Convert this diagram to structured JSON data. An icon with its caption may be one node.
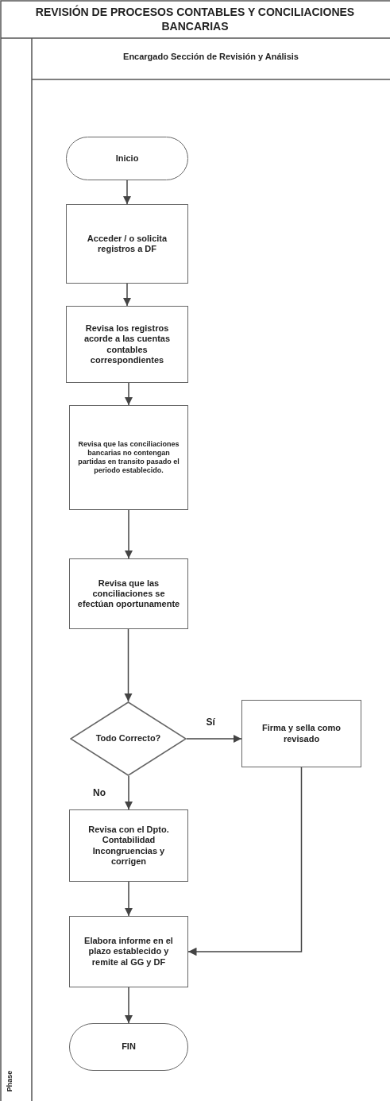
{
  "diagram": {
    "title": "REVISIÓN DE PROCESOS CONTABLES Y CONCILIACIONES BANCARIAS",
    "nodes": [
      {
        "text": [
          "Inicio"
        ]
      },
      {
        "text": [
          "Acceder / o solicita registros a DF"
        ]
      },
      {
        "text": [
          "Revisa los registros acorde a las cuentas contables correspondientes"
        ]
      },
      {
        "text": [
          "Revisa que las conciliaciones bancarias no contengan partidas en transito pasado el periodo establecido."
        ]
      },
      {
        "text": [
          "Revisa que las conciliaciones se efectúan oportunamente"
        ]
      },
      {
        "text": [
          "Todo Correcto?"
        ]
      },
      {
        "text": [
          "Firma y sella como revisado"
        ]
      },
      {
        "text": [
          "Revisa con el Dpto. Contabilidad Incongruencias y corrigen"
        ]
      },
      {
        "text": [
          "Elabora informe en el plazo establecido y remite al GG y DF"
        ]
      },
      {
        "text": [
          "FIN"
        ]
      }
    ],
    "edges": [
      {
        "from": 0,
        "to": 1,
        "arrow": "to"
      },
      {
        "from": 1,
        "to": 2,
        "arrow": "to"
      },
      {
        "from": 2,
        "to": 3,
        "arrow": "to"
      },
      {
        "from": 3,
        "to": 4,
        "arrow": "to"
      },
      {
        "from": 4,
        "to": 5,
        "arrow": "to"
      },
      {
        "from": 5,
        "to": 6,
        "arrow": "to",
        "label": "Sí"
      },
      {
        "from": 5,
        "to": 7,
        "arrow": "to",
        "label": "No"
      },
      {
        "from": 7,
        "to": 8,
        "arrow": "to"
      },
      {
        "from": 6,
        "to": 8,
        "arrow": "to"
      },
      {
        "from": 8,
        "to": 9,
        "arrow": "to"
      }
    ],
    "labels": [
      "Encargado Sección de Revisión y Análisis",
      "Phase"
    ]
  }
}
